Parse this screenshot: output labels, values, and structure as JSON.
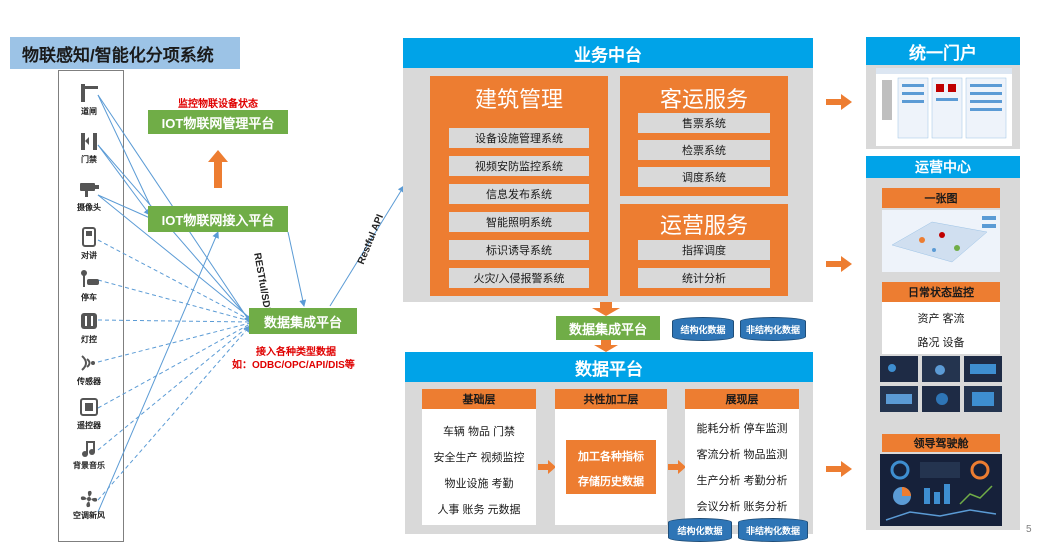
{
  "left": {
    "title": "物联感知/智能化分项系统",
    "devices": [
      {
        "label": "道闸",
        "icon": "barrier-gate-icon"
      },
      {
        "label": "门禁",
        "icon": "door-access-icon"
      },
      {
        "label": "摄像头",
        "icon": "camera-icon"
      },
      {
        "label": "对讲",
        "icon": "intercom-icon"
      },
      {
        "label": "停车",
        "icon": "parking-icon"
      },
      {
        "label": "灯控",
        "icon": "light-control-icon"
      },
      {
        "label": "传感器",
        "icon": "sensor-icon"
      },
      {
        "label": "遥控器",
        "icon": "remote-control-icon"
      },
      {
        "label": "背景音乐",
        "icon": "music-icon"
      },
      {
        "label": "空调新风",
        "icon": "fan-icon"
      }
    ],
    "monitor_note": "监控物联设备状态",
    "iot_mgmt": "IOT物联网管理平台",
    "iot_access": "IOT物联网接入平台",
    "restful_sdk": "RESTful/SDK",
    "data_integration": "数据集成平台",
    "access_note_1": "接入各种类型数据",
    "access_note_2": "如：ODBC/OPC/API/DIS等",
    "restful_api": "Restful API"
  },
  "business": {
    "title": "业务中台",
    "building": {
      "title": "建筑管理",
      "items": [
        "设备设施管理系统",
        "视频安防监控系统",
        "信息发布系统",
        "智能照明系统",
        "标识诱导系统",
        "火灾/入侵报警系统"
      ]
    },
    "passenger": {
      "title": "客运服务",
      "items": [
        "售票系统",
        "检票系统",
        "调度系统"
      ]
    },
    "operation": {
      "title": "运营服务",
      "items": [
        "指挥调度",
        "统计分析"
      ]
    }
  },
  "integration": {
    "label": "数据集成平台",
    "structured": "结构化数据",
    "unstructured": "非结构化数据"
  },
  "data_platform": {
    "title": "数据平台",
    "base": {
      "title": "基础层",
      "lines": [
        "车辆  物品  门禁",
        "安全生产  视频监控",
        "物业设施  考勤",
        "人事  账务  元数据"
      ]
    },
    "common": {
      "title": "共性加工层",
      "lines": [
        "加工各种指标",
        "存储历史数据"
      ]
    },
    "display": {
      "title": "展现层",
      "lines": [
        "能耗分析  停车监测",
        "客流分析  物品监测",
        "生产分析  考勤分析",
        "会议分析  账务分析"
      ]
    },
    "structured": "结构化数据",
    "unstructured": "非结构化数据"
  },
  "portal": {
    "title": "统一门户"
  },
  "ops": {
    "title": "运营中心",
    "map_title": "一张图",
    "status_title": "日常状态监控",
    "status_lines": [
      "资产  客流",
      "路况  设备"
    ],
    "cockpit_title": "领导驾驶舱"
  },
  "page_number": "5",
  "colors": {
    "accent_blue": "#00a3e8",
    "orange": "#ed7d31",
    "green": "#70ad47",
    "grey": "#d9d9d9",
    "cylinder": "#2e75b6"
  }
}
